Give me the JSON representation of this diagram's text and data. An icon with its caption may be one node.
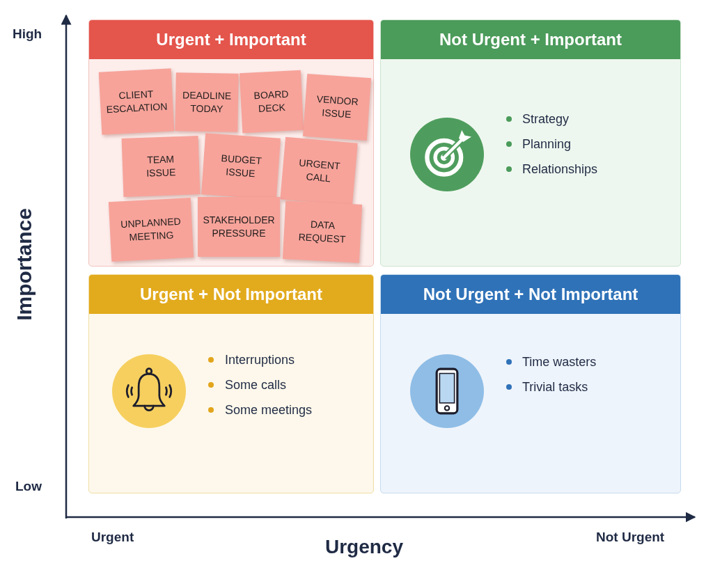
{
  "diagram": {
    "nodes": [
      {
        "text": [
          "Urgent + Important"
        ]
      },
      {
        "text": [
          "CLIENT ESCALATION"
        ],
        "in": 0
      },
      {
        "text": [
          "DEADLINE TODAY"
        ],
        "in": 0
      },
      {
        "text": [
          "BOARD DECK"
        ],
        "in": 0
      },
      {
        "text": [
          "VENDOR ISSUE"
        ],
        "in": 0
      },
      {
        "text": [
          "TEAM ISSUE"
        ],
        "in": 0
      },
      {
        "text": [
          "BUDGET ISSUE"
        ],
        "in": 0
      },
      {
        "text": [
          "URGENT CALL"
        ],
        "in": 0
      },
      {
        "text": [
          "UNPLANNED MEETING"
        ],
        "in": 0
      },
      {
        "text": [
          "STAKEHOLDER PRESSURE"
        ],
        "in": 0
      },
      {
        "text": [
          "DATA REQUEST"
        ],
        "in": 0
      },
      {
        "text": [
          "Not Urgent + Important",
          "Strategy",
          "Planning",
          "Relationships"
        ]
      },
      {
        "text": [
          "Urgent + Not Important",
          "Interruptions",
          "Some calls",
          "Some meetings"
        ]
      },
      {
        "text": [
          "Not Urgent + Not Important",
          "Time wasters",
          "Trivial tasks"
        ]
      }
    ],
    "labels": [
      "High",
      "Importance",
      "Low",
      "Urgent",
      "Not Urgent",
      "Urgency"
    ]
  }
}
